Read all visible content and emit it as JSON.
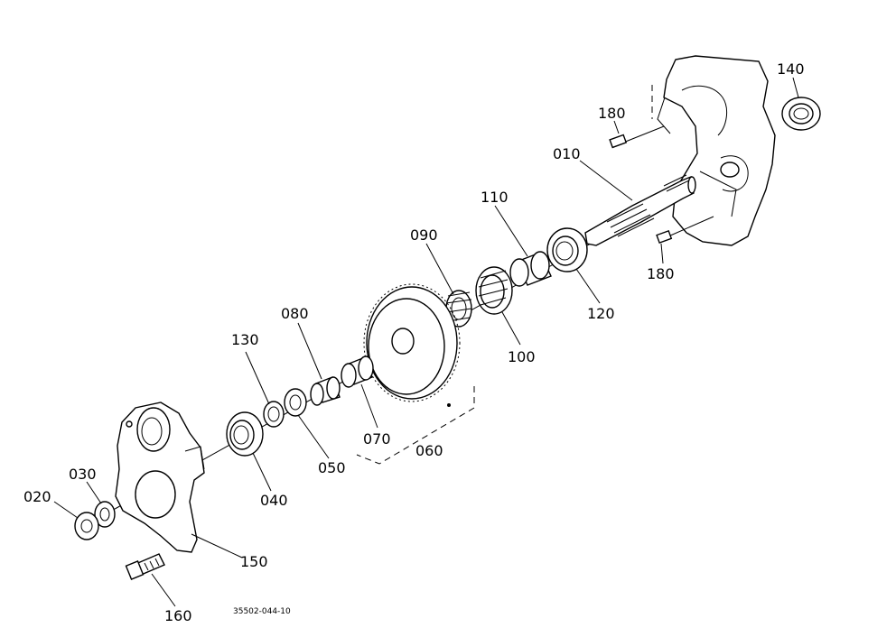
{
  "diagram_code": "35502-044-10",
  "labels": {
    "p010": "010",
    "p020": "020",
    "p030": "030",
    "p040": "040",
    "p050": "050",
    "p060": "060",
    "p070": "070",
    "p080": "080",
    "p090": "090",
    "p100": "100",
    "p110": "110",
    "p120": "120",
    "p130": "130",
    "p140": "140",
    "p150": "150",
    "p160": "160",
    "p180a": "180",
    "p180b": "180"
  }
}
